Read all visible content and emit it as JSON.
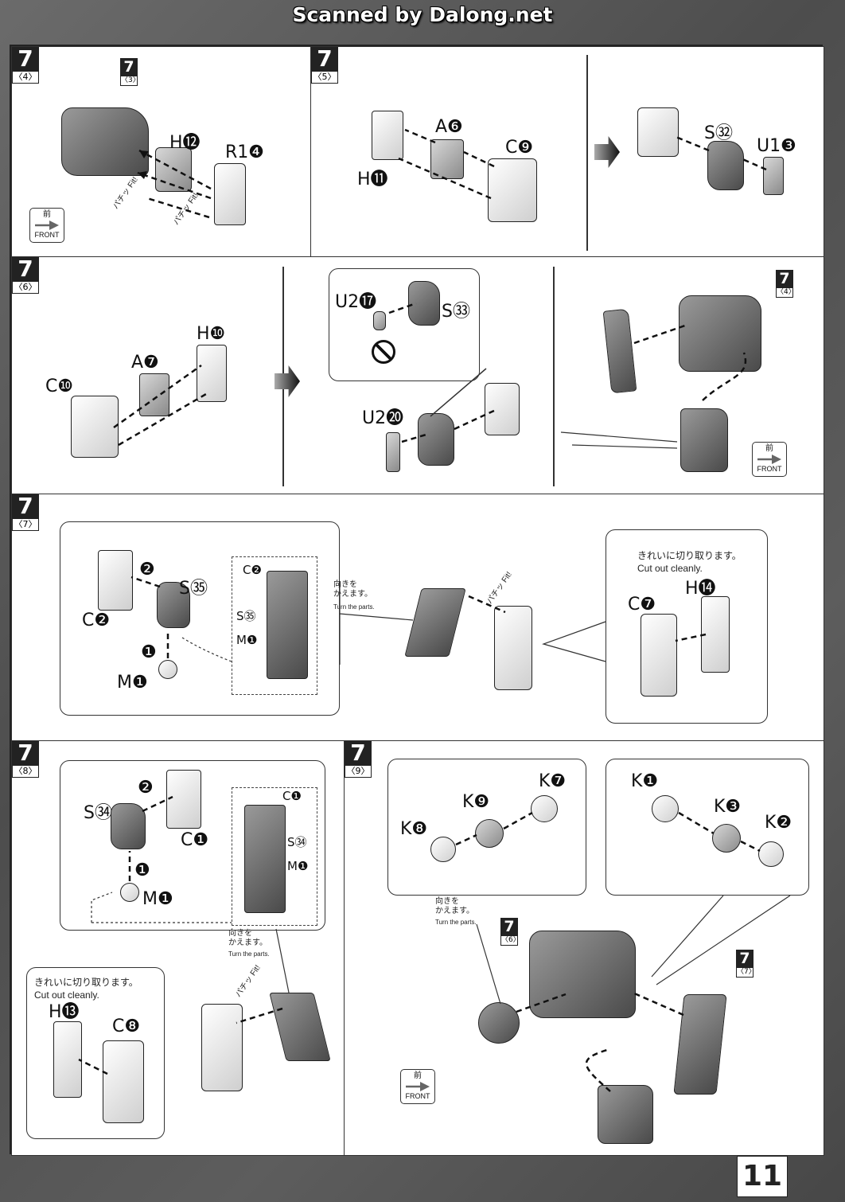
{
  "watermark": "Scanned by Dalong.net",
  "page_number": "11",
  "front_label": {
    "jp": "前",
    "en": "FRONT"
  },
  "notes": {
    "turn_jp_1": "向きを",
    "turn_jp_2": "かえます。",
    "turn_en": "Turn the parts.",
    "cut_jp": "きれいに切り取ります。",
    "cut_en": "Cut out cleanly.",
    "fit": "パチッ Fit!"
  },
  "steps": {
    "s4": {
      "num": "7",
      "sub": "〈4〉",
      "ref": {
        "num": "7",
        "sub": "〈3〉"
      },
      "labels": [
        "H⓬",
        "R1❹"
      ]
    },
    "s5": {
      "num": "7",
      "sub": "〈5〉",
      "labels": [
        "A❻",
        "C❾",
        "H⓫",
        "S㉜",
        "U1❸"
      ]
    },
    "s6": {
      "num": "7",
      "sub": "〈6〉",
      "ref": {
        "num": "7",
        "sub": "〈4〉"
      },
      "labels": [
        "H❿",
        "A❼",
        "C❿",
        "U2⓱",
        "S㉝",
        "U2⓴"
      ]
    },
    "s7": {
      "num": "7",
      "sub": "〈7〉",
      "labels": [
        "❷",
        "S㉟",
        "C❷",
        "❶",
        "M❶",
        "C❷",
        "S㉟",
        "M❶",
        "C❼",
        "H⓮"
      ]
    },
    "s8": {
      "num": "7",
      "sub": "〈8〉",
      "labels": [
        "❷",
        "S㉞",
        "C❶",
        "❶",
        "M❶",
        "C❶",
        "S㉞",
        "M❶",
        "H⓭",
        "C❽"
      ]
    },
    "s9": {
      "num": "7",
      "sub": "〈9〉",
      "ref_a": {
        "num": "7",
        "sub": "〈6〉"
      },
      "ref_b": {
        "num": "7",
        "sub": "〈7〉"
      },
      "labels": [
        "K❼",
        "K❾",
        "K❽",
        "K❶",
        "K❸",
        "K❷"
      ]
    }
  }
}
